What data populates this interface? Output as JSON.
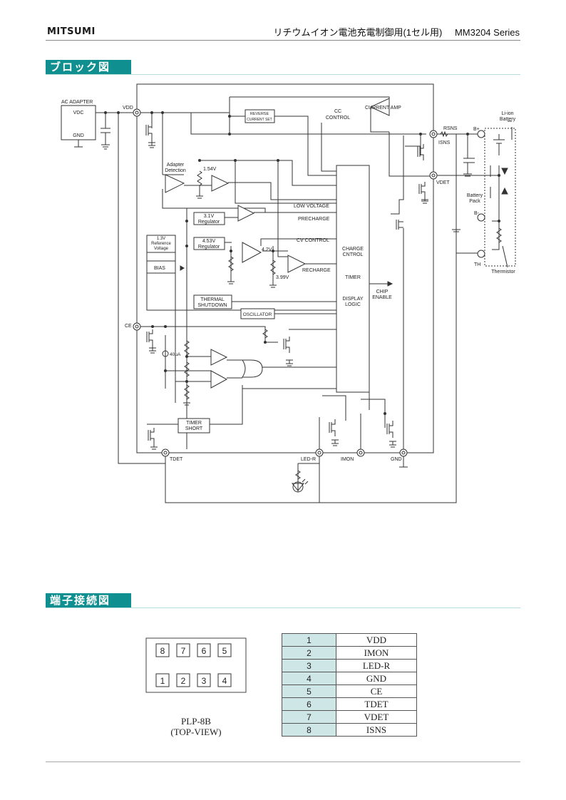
{
  "header": {
    "brand": "MITSUMI",
    "subtitle": "リチウムイオン電池充電制御用(1セル用)",
    "series": "MM3204 Series"
  },
  "sections": {
    "block_diagram": "ブロック図",
    "pin_connection": "端子接続図"
  },
  "diagram": {
    "ac_adapter": "AC ADAPTER",
    "vdc": "VDC",
    "gnd": "GND",
    "vdd": "VDD",
    "reverse_current_set_1": "REVERSE",
    "reverse_current_set_2": "CURRENT SET",
    "cc_control_1": "CC",
    "cc_control_2": "CONTROL",
    "current_amp": "CURRENT AMP",
    "rsns": "RSNS",
    "isns": "ISNS",
    "b_plus": "B+",
    "b_minus": "B-",
    "li_ion_1": "Li-ion",
    "li_ion_2": "Battery",
    "adapter_detection_1": "Adapter",
    "adapter_detection_2": "Detection",
    "v154": "1.54V",
    "vdet": "VDET",
    "battery_pack_1": "Battery",
    "battery_pack_2": "Pack",
    "low_voltage": "LOW VOLTAGE",
    "precharge": "PRECHARGE",
    "reg31_1": "3.1V",
    "reg31_2": "Regulator",
    "ref13_1": "1.3V",
    "ref13_2": "Reference",
    "ref13_3": "Voltage",
    "reg453_1": "4.53V",
    "reg453_2": "Regulator",
    "cv_control": "CV CONTROL",
    "v42": "4.2V",
    "v399": "3.99V",
    "recharge": "RECHARGE",
    "bias": "BIAS",
    "charge_control_1": "CHARGE",
    "charge_control_2": "CNTROL",
    "timer": "TIMER",
    "display_logic_1": "DISPLAY",
    "display_logic_2": "LOGIC",
    "chip_enable_1": "CHIP",
    "chip_enable_2": "ENABLE",
    "th": "TH",
    "thermistor": "Thermistor",
    "thermal_1": "THERMAL",
    "thermal_2": "SHUTDOWN",
    "oscillator": "OSCILLATOR",
    "ce": "CE",
    "i40": "40μA",
    "timer_short_1": "TIMER",
    "timer_short_2": "SHORT",
    "tdet": "TDET",
    "led_r": "LED-R",
    "imon": "IMON",
    "gnd_pin": "GND"
  },
  "package": {
    "top_pins": [
      "8",
      "7",
      "6",
      "5"
    ],
    "bottom_pins": [
      "1",
      "2",
      "3",
      "4"
    ],
    "name": "PLP-8B",
    "view": "(TOP-VIEW)"
  },
  "pin_table": [
    {
      "num": "1",
      "name": "VDD"
    },
    {
      "num": "2",
      "name": "IMON"
    },
    {
      "num": "3",
      "name": "LED-R"
    },
    {
      "num": "4",
      "name": "GND"
    },
    {
      "num": "5",
      "name": "CE"
    },
    {
      "num": "6",
      "name": "TDET"
    },
    {
      "num": "7",
      "name": "VDET"
    },
    {
      "num": "8",
      "name": "ISNS"
    }
  ]
}
